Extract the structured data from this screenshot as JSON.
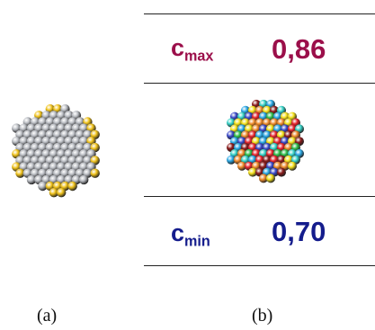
{
  "table": {
    "row_max": {
      "label_main": "c",
      "label_sub": "max",
      "value": "0,86",
      "color": "#9b0f4a"
    },
    "row_min": {
      "label_main": "c",
      "label_sub": "min",
      "value": "0,70",
      "color": "#141c8c"
    }
  },
  "captions": {
    "a": "(a)",
    "b": "(b)"
  },
  "colors": {
    "cluster_a_atom": "#b9bcc2",
    "cluster_a_highlight": "#f0c21a",
    "cluster_b_palette": [
      "#e8242c",
      "#f6e21b",
      "#2aa9e6",
      "#3a49c9",
      "#2fbf4a",
      "#8b1a1a",
      "#36d3c8",
      "#f08a2a"
    ]
  }
}
